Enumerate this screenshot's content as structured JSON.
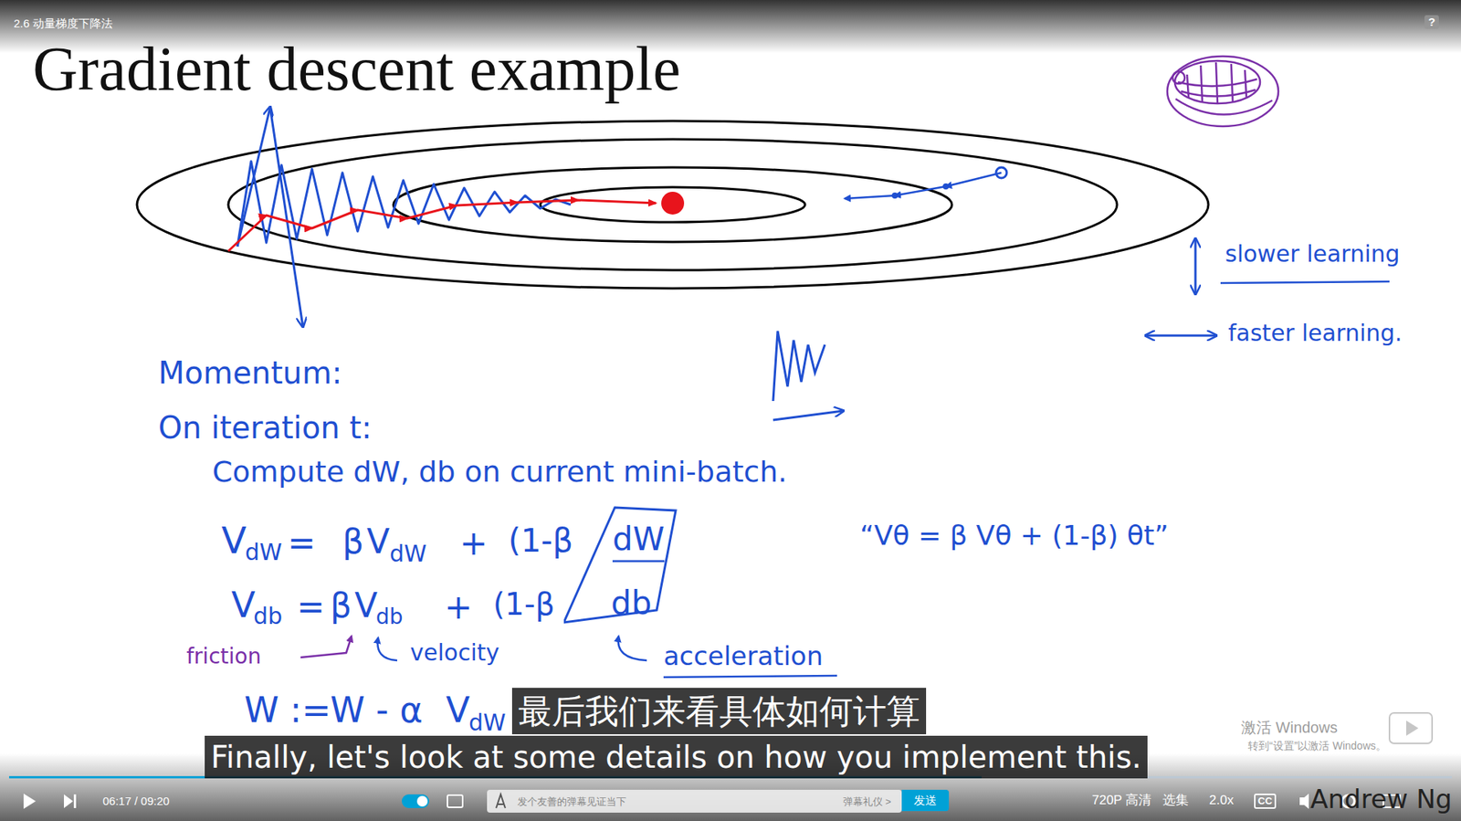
{
  "diagram": {
    "title": "Gradient descent example",
    "nodes": [
      {
        "text": [
          "dW",
          "db"
        ]
      }
    ],
    "labels": [
      "2.6 动量梯度下降法",
      "slower learning",
      "faster learning.",
      "Momentum:",
      "On iteration t:",
      "Compute dW, db on current mini-batch.",
      "V",
      "dW",
      "=",
      "β",
      "V",
      "dW",
      "+",
      "(1-β",
      "V",
      "db",
      "=",
      "β",
      "V",
      "db",
      "+",
      "(1-β",
      "friction",
      "velocity",
      "acceleration",
      "“Vθ = β Vθ + (1-β) θt”",
      "W :=",
      "W - α",
      "V",
      "dW",
      "最后我们来看具体如何计算",
      "Finally, let's look at some details on how you implement this.",
      "激活 Windows",
      "转到“设置”以激活 Windows。",
      "06:17 / 09:20",
      "发个友善的弹幕见证当下",
      "弹幕礼仪 >",
      "发送",
      "720P 高清",
      "选集",
      "2.0x",
      "CC",
      "Andrew Ng",
      "?"
    ]
  }
}
